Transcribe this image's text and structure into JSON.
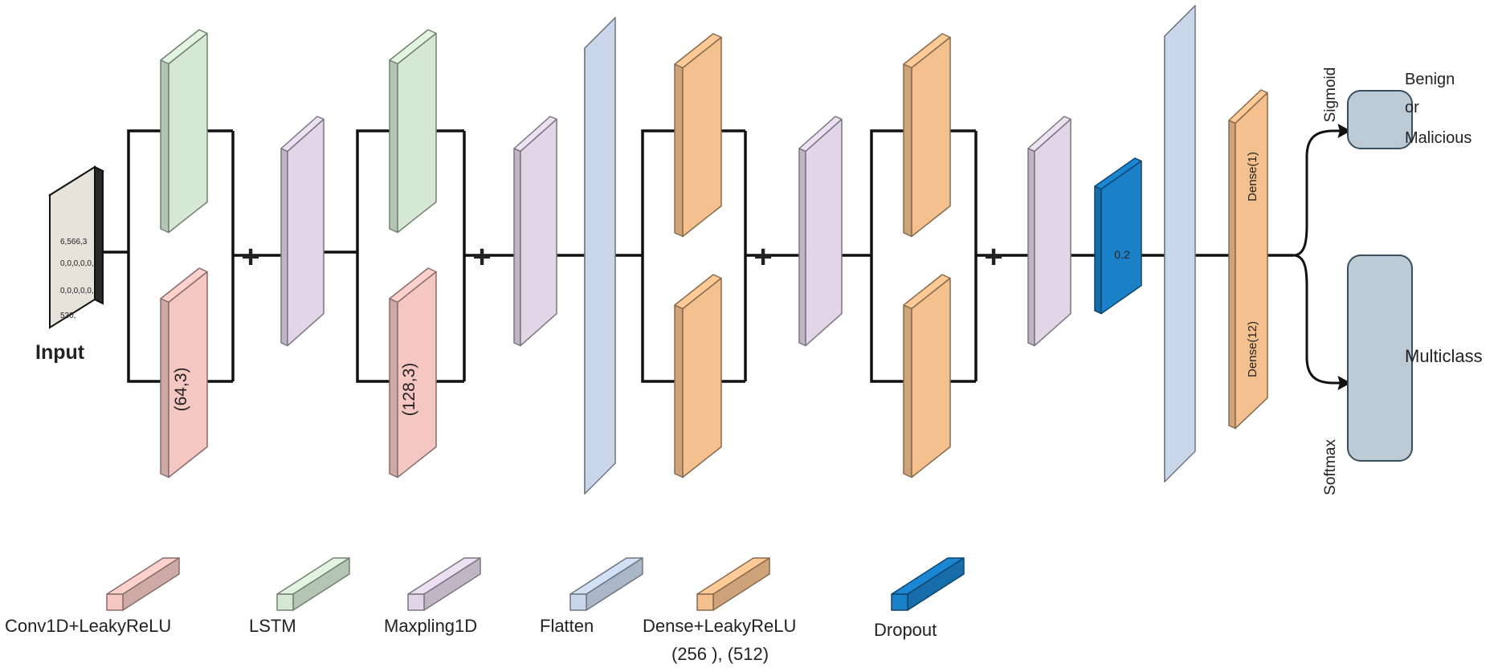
{
  "input": {
    "label": "Input",
    "values": [
      "6,566,3",
      "0,0,0,0,0,",
      "0,0,0,0,0,",
      "530,"
    ]
  },
  "blocks": {
    "conv1_kernel": "(64,3)",
    "conv2_kernel": "(128,3)",
    "dropout_rate": "0.2",
    "dense_top": "Dense(1)",
    "dense_bottom": "Dense(12)"
  },
  "plus_sign": "+",
  "outputs": {
    "sigmoid_label": "Sigmoid",
    "softmax_label": "Softmax",
    "binary_line1": "Benign",
    "binary_line2": "or",
    "binary_line3": "Malicious",
    "multiclass": "Multiclass"
  },
  "legend": {
    "conv": "Conv1D+LeakyReLU",
    "lstm": "LSTM",
    "maxpool": "Maxpling1D",
    "flatten": "Flatten",
    "dense_line1": "Dense+LeakyReLU",
    "dense_line2": "(256 ), (512)",
    "dropout": "Dropout"
  },
  "colors": {
    "conv": "#f4c7c3",
    "lstm": "#d5e8d4",
    "maxpool": "#e1d5e7",
    "flatten": "#c9d6ea",
    "dense": "#f4c08e",
    "dropout": "#1a80c8",
    "output_box": "#bccad6"
  }
}
